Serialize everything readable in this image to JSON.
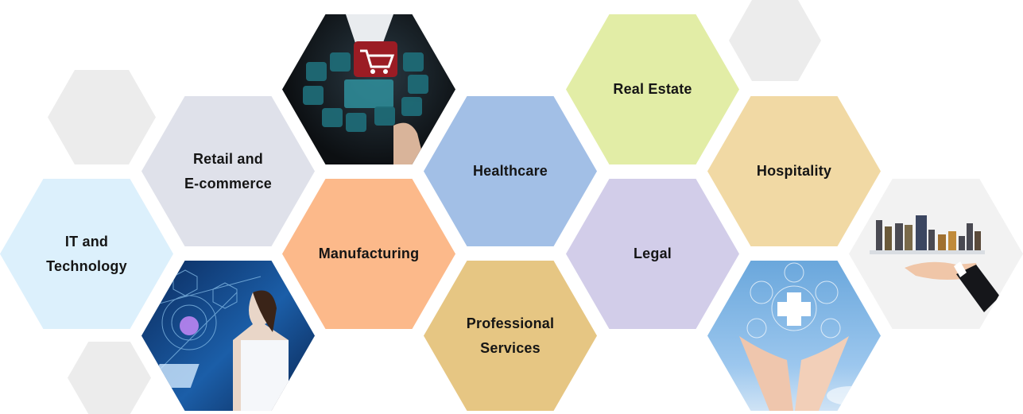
{
  "sectors": {
    "retail": {
      "line1": "Retail and",
      "line2": "E-commerce",
      "color": "#dfe1ea"
    },
    "it": {
      "line1": "IT and",
      "line2": "Technology",
      "color": "#dcf0fc"
    },
    "manufacturing": {
      "label": "Manufacturing",
      "color": "#fcb98a"
    },
    "healthcare": {
      "label": "Healthcare",
      "color": "#a2bfe6"
    },
    "professional": {
      "line1": "Professional",
      "line2": "Services",
      "color": "#e6c683"
    },
    "real_estate": {
      "label": "Real Estate",
      "color": "#e2eda6"
    },
    "legal": {
      "label": "Legal",
      "color": "#d2cde9"
    },
    "hospitality": {
      "label": "Hospitality",
      "color": "#f1d9a4"
    }
  },
  "images": [
    "shopping-cart-ecommerce-photo",
    "woman-technology-network-photo",
    "medical-cross-hands-photo",
    "city-skyline-on-hand-photo"
  ],
  "decor_color": "#ececec"
}
